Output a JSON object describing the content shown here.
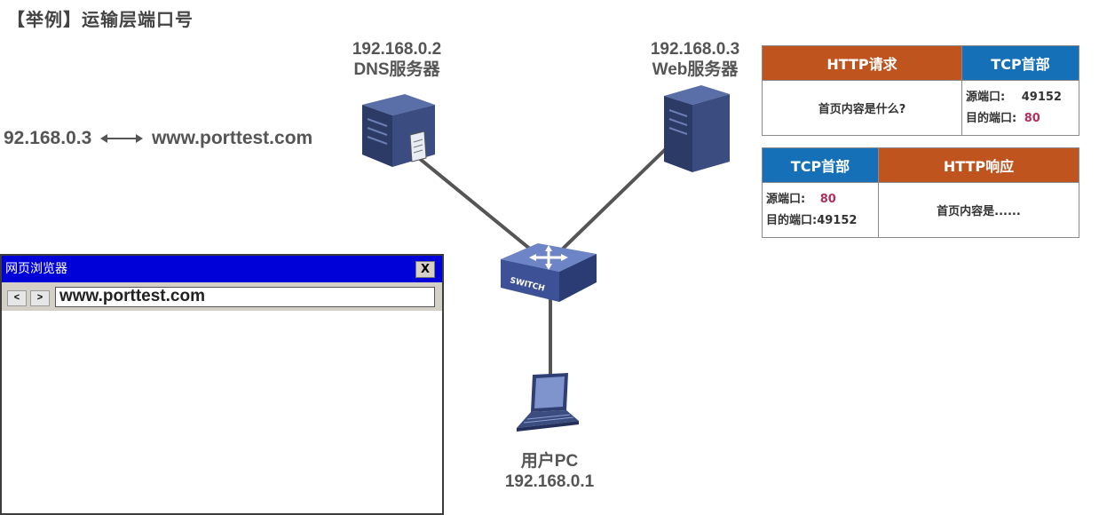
{
  "title": "【举例】运输层端口号",
  "dns_server": {
    "ip": "192.168.0.2",
    "name": "DNS服务器"
  },
  "web_server": {
    "ip": "192.168.0.3",
    "name": "Web服务器"
  },
  "mapping": {
    "ip": "92.168.0.3",
    "domain": "www.porttest.com"
  },
  "switch_label": "SWITCH",
  "user_pc": {
    "name": "用户PC",
    "ip": "192.168.0.1"
  },
  "request_table": {
    "http_header": "HTTP请求",
    "tcp_header": "TCP首部",
    "content": "首页内容是什么?",
    "src_label": "源端口:",
    "src_port": "49152",
    "dst_label": "目的端口:",
    "dst_port": "80"
  },
  "response_table": {
    "tcp_header": "TCP首部",
    "http_header": "HTTP响应",
    "src_label": "源端口:",
    "src_port": "80",
    "dst_label": "目的端口:",
    "dst_port": "49152",
    "content": "首页内容是......"
  },
  "browser": {
    "title": "网页浏览器",
    "close": "X",
    "back": "<",
    "forward": ">",
    "url": "www.porttest.com"
  },
  "colors": {
    "http": "#c0541f",
    "tcp": "#1670b8",
    "port_value": "#b0305f",
    "browser_titlebar": "#0000d8"
  }
}
